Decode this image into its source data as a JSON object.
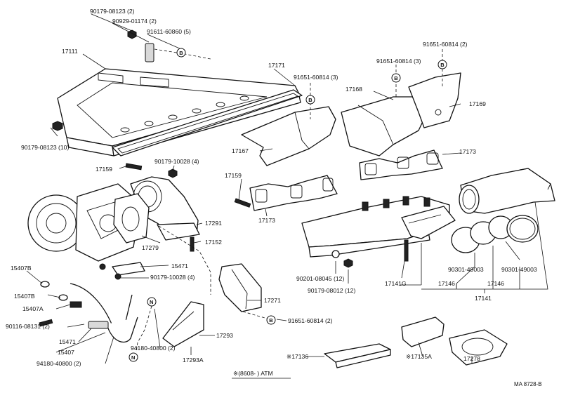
{
  "labels": {
    "l90179_08123_2": "90179-08123 (2)",
    "l90929_01174_2": "90929-01174 (2)",
    "l91611_60860_5": "91611-60860 (5)",
    "l17111": "17111",
    "l17171": "17171",
    "l90179_08123_10": "90179-08123 (10)",
    "l91651_60814_3a": "91651-60814 (3)",
    "l91651_60814_3b": "91651-60814 (3)",
    "l91651_60814_2a": "91651-60814 (2)",
    "l17168": "17168",
    "l17169": "17169",
    "l17167": "17167",
    "l17173a": "17173",
    "l17173b": "17173",
    "l17159a": "17159",
    "l17159b": "17159",
    "l90179_10028_4a": "90179-10028 (4)",
    "l17291": "17291",
    "l17279": "17279",
    "l17152": "17152",
    "l15407B_a": "15407B",
    "l15407B_b": "15407B",
    "l15407A": "15407A",
    "l15471a": "15471",
    "l15471b": "15471",
    "l90179_10028_4b": "90179-10028 (4)",
    "l90116_08131_2": "90116-08131 (2)",
    "l15407": "15407",
    "l94180_40800_2a": "94180-40800 (2)",
    "l94180_40800_2b": "94180-40800 (2)",
    "l17271": "17271",
    "l91651_60814_2b": "91651-60814 (2)",
    "l17293": "17293",
    "l17293A": "17293A",
    "l90201_08045_12": "90201-08045 (12)",
    "l90179_08012_12": "90179-08012 (12)",
    "l17141G": "17141G",
    "l17146a": "17146",
    "l17146b": "17146",
    "l90301_49003a": "90301-49003",
    "l90301_49003b": "90301-49003",
    "l17141": "17141",
    "l17136": "※17136",
    "l17135A": "※17135A",
    "l17278": "17278",
    "note": "※(8608-      ) ATM",
    "ref": "MA  8728-B"
  },
  "symbols": {
    "B": "B",
    "N": "N"
  }
}
